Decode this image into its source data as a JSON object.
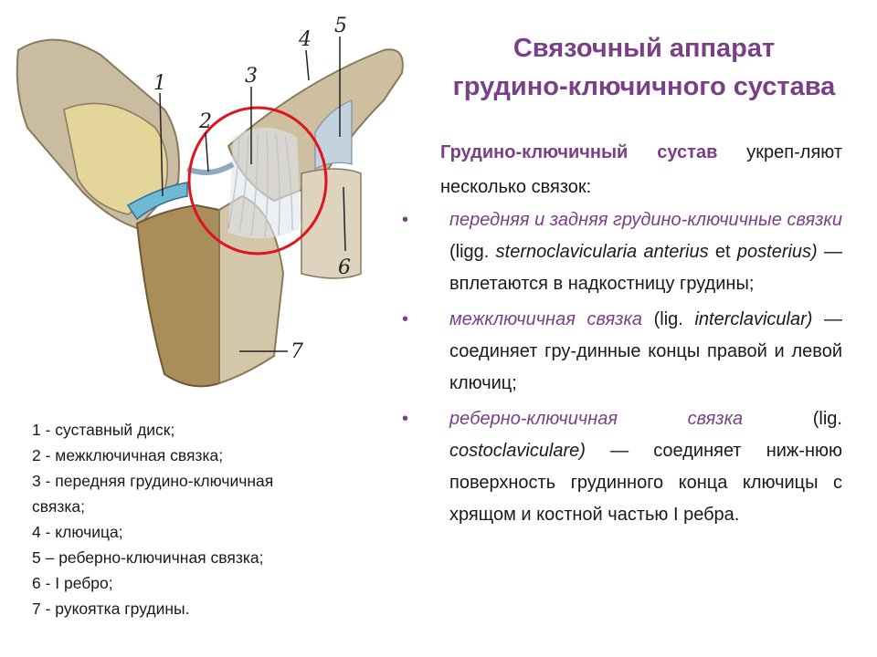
{
  "title": {
    "line1": "Связочный аппарат",
    "line2": "грудино-ключичного сустава"
  },
  "lead": {
    "term": "Грудино-ключичный сустав",
    "rest": " укреп-ляют несколько связок:"
  },
  "bullets": [
    {
      "name": "передняя и задняя грудино-ключичные связки",
      "latin_open": " (ligg. ",
      "latin": "sternoclavicularia anterius",
      "latin_mid": " et ",
      "latin2": "posterius)",
      "desc": " — вплетаются в надкостницу грудины;"
    },
    {
      "name": "межключичная связка",
      "latin_open": " (lig. ",
      "latin": "interclavicular)",
      "desc": " — соединяет гру-динные концы правой и левой ключиц;"
    },
    {
      "name": "реберно-ключичная связка",
      "latin_open": " (lig. ",
      "latin": "costoclaviculare)",
      "desc": " — соединяет ниж-нюю поверхность грудинного конца ключицы с хрящом и костной частью I ребра."
    }
  ],
  "legend": [
    "1 - суставный диск;",
    "2 - межключичная связка;",
    "3 - передняя грудино-ключичная",
    "связка;",
    "4 - ключица;",
    "5 – реберно-ключичная связка;",
    "6 - I ребро;",
    "7 - рукоятка грудины."
  ],
  "figure_labels": [
    "1",
    "2",
    "3",
    "4",
    "5",
    "6",
    "7"
  ],
  "colors": {
    "accent": "#7a3f87",
    "highlight_circle": "#e0141e"
  }
}
